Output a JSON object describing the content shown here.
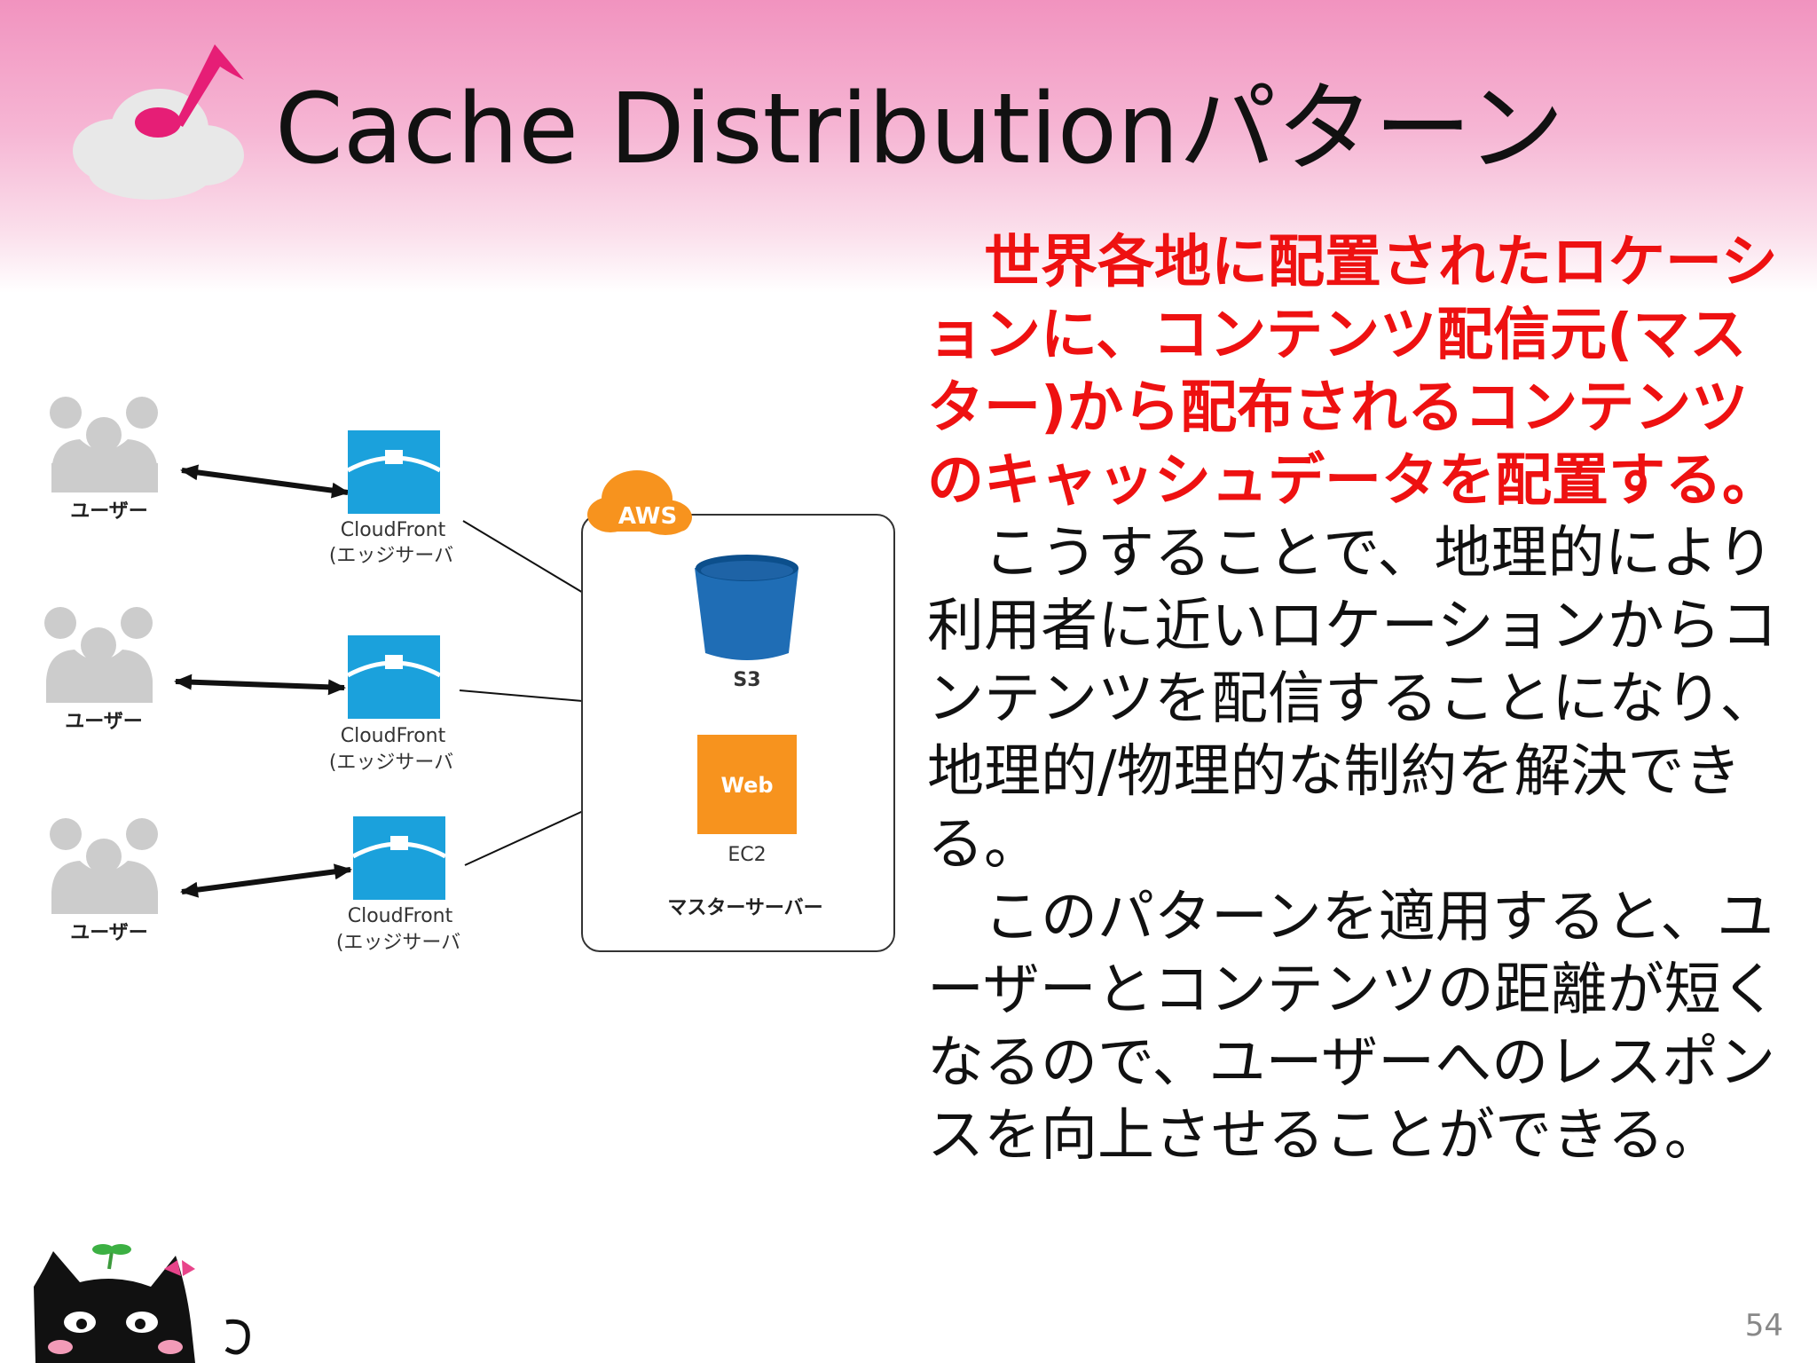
{
  "slide": {
    "title": "Cache Distributionパターン",
    "page_number": "54"
  },
  "diagram": {
    "user_label": "ユーザー",
    "edge_name": "CloudFront",
    "edge_sub": "(エッジサーバ",
    "cloud_badge": "AWS",
    "s3_label": "S3",
    "web_label": "Web",
    "ec2_label": "EC2",
    "master_label": "マスターサーバー"
  },
  "body": {
    "lead": "世界各地に配置されたロケーションに、コンテンツ配信元(マスター)から配布されるコンテンツのキャッシュデータを配置する。",
    "para2": "こうすることで、地理的により利用者に近いロケーションからコンテンツを配信することになり、地理的/物理的な制約を解決できる。",
    "para3": "このパターンを適用すると、ユーザーとコンテンツの距離が短くなるので、ユーザーへのレスポンスを向上させることができる。"
  },
  "colors": {
    "accent_red": "#ee1111",
    "cloudfront_blue": "#1ba1dc",
    "s3_blue": "#1f6db5",
    "ec2_orange": "#f7931e",
    "title_pink": "#f193bf"
  }
}
